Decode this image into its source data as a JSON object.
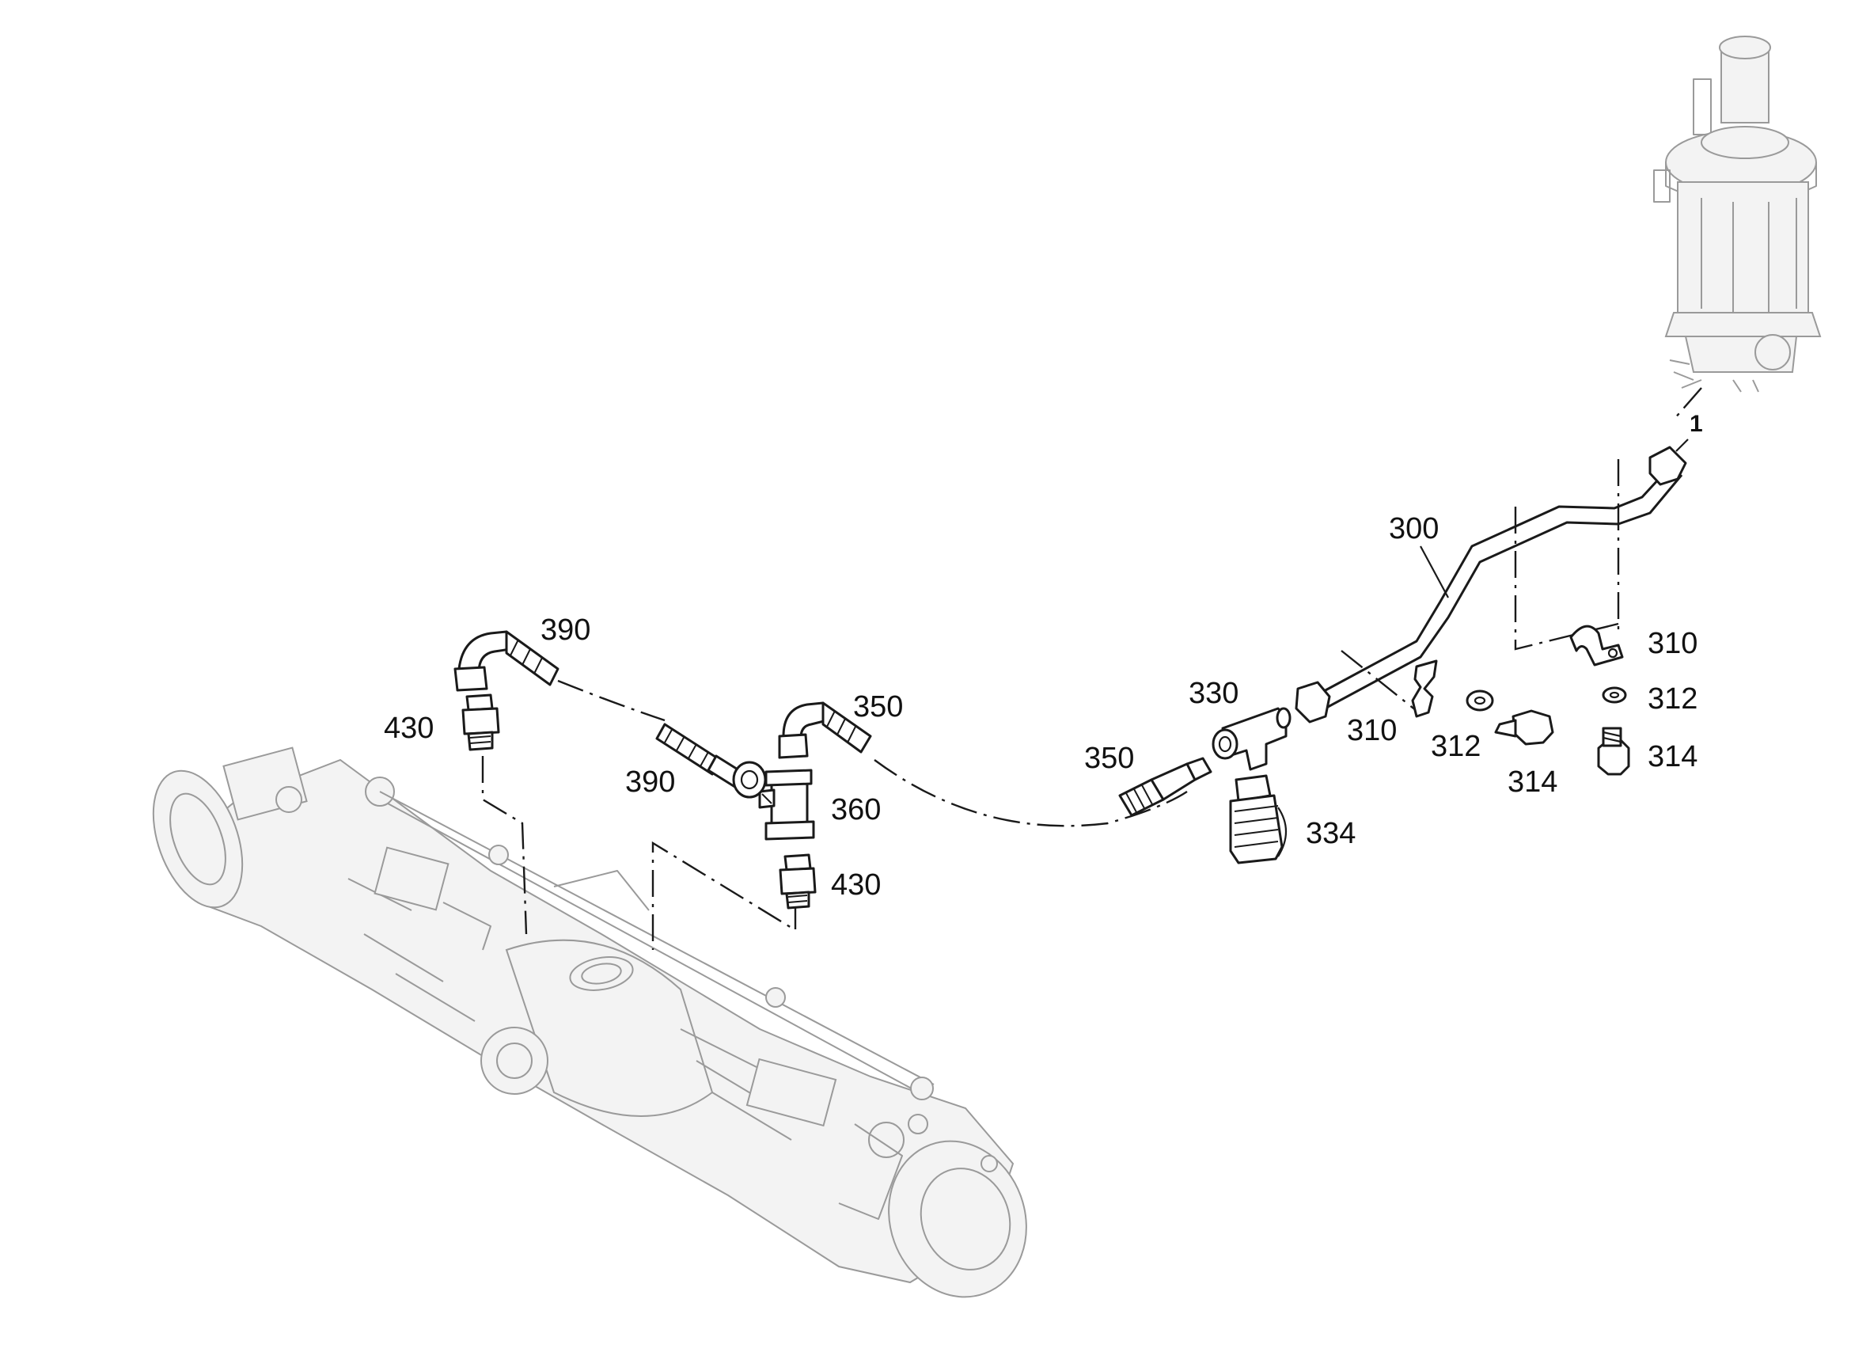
{
  "labels": {
    "l1": "1",
    "l300": "300",
    "l310a": "310",
    "l310b": "310",
    "l312a": "312",
    "l312b": "312",
    "l314a": "314",
    "l314b": "314",
    "l330": "330",
    "l334": "334",
    "l350a": "350",
    "l350b": "350",
    "l360": "360",
    "l390a": "390",
    "l390b": "390",
    "l430a": "430",
    "l430b": "430"
  },
  "colors": {
    "line": "#1a1a1a",
    "faint_assembly": "#9a9a9a",
    "background": "#ffffff"
  }
}
